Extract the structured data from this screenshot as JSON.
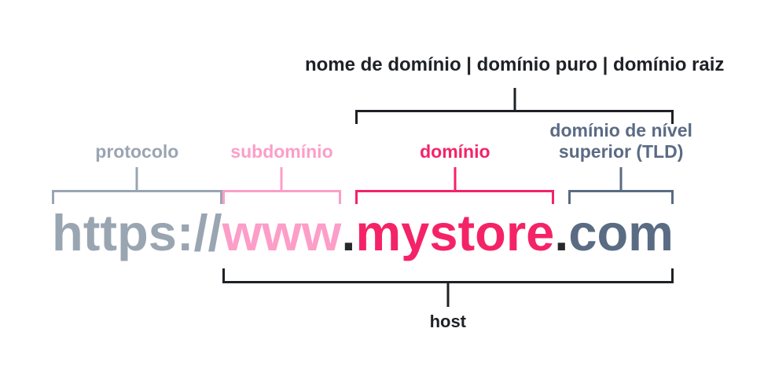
{
  "diagram": {
    "top_group_label": "nome de domínio | domínio puro | domínio raiz",
    "url": {
      "protocol": "https://",
      "subdomain": "www",
      "dot1": ".",
      "domain": "mystore",
      "dot2": ".",
      "tld": "com"
    },
    "section_labels": {
      "protocol": "protocolo",
      "subdomain": "subdomínio",
      "domain": "domínio",
      "tld_line1": "domínio de nível",
      "tld_line2": "superior (TLD)",
      "host": "host"
    },
    "colors": {
      "annotation_dark": "#1e2125",
      "separator_dot": "#26282b",
      "protocol_gray": "#9aa5b2",
      "subdomain_pink": "#fc9ec8",
      "domain_magenta": "#f42368",
      "tld_slate": "#5a6b84",
      "background": "#ffffff"
    }
  }
}
